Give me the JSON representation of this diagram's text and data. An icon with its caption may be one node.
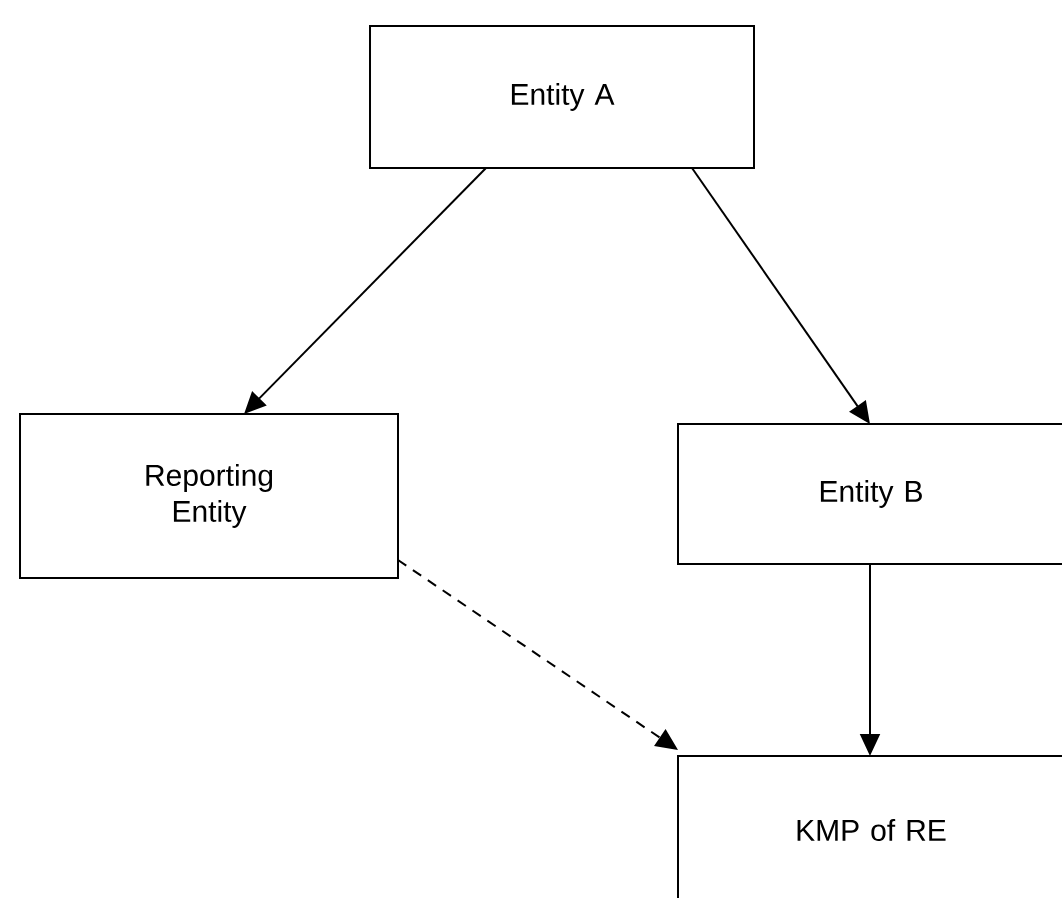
{
  "diagram": {
    "nodes": [
      {
        "text": [
          "Entity A"
        ]
      },
      {
        "text": [
          "Reporting Entity"
        ]
      },
      {
        "text": [
          "Entity B"
        ]
      },
      {
        "text": [
          "KMP of RE"
        ]
      }
    ],
    "edges": [
      {
        "from": 0,
        "to": 1,
        "arrow": "to"
      },
      {
        "from": 0,
        "to": 2,
        "arrow": "to"
      },
      {
        "from": 2,
        "to": 3,
        "arrow": "to"
      },
      {
        "from": 1,
        "to": 3,
        "arrow": "to",
        "style": "dashed"
      }
    ]
  }
}
